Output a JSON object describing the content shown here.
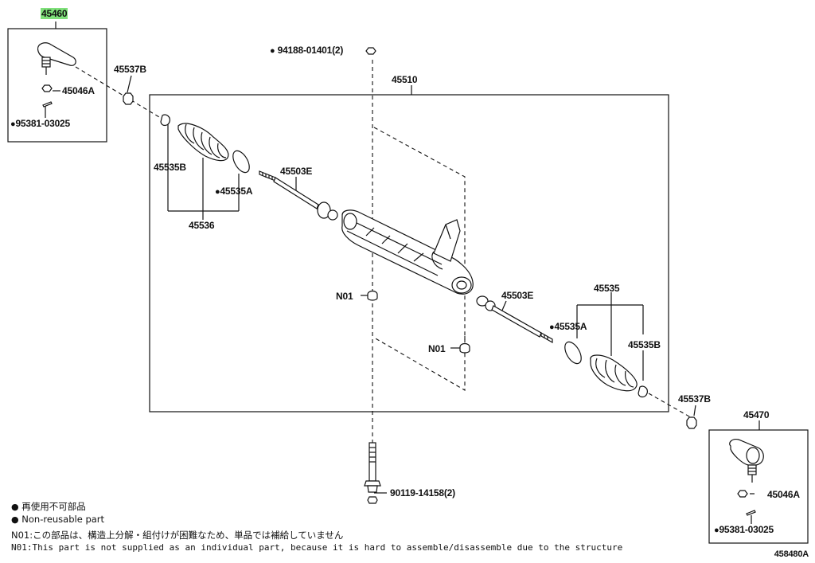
{
  "parts": {
    "p45460": "45460",
    "p45046A_left": "45046A",
    "p95381_left": "95381-03025",
    "p45537B_left": "45537B",
    "p94188": "94188-01401(2)",
    "p45510": "45510",
    "p45503E_left": "45503E",
    "p45535A_left": "45535A",
    "p45535B_left": "45535B",
    "p45536": "45536",
    "n01_a": "N01",
    "n01_b": "N01",
    "p45503E_right": "45503E",
    "p45535": "45535",
    "p45535A_right": "45535A",
    "p45535B_right": "45535B",
    "p45537B_right": "45537B",
    "p45470": "45470",
    "p45046A_right": "45046A",
    "p95381_right": "95381-03025",
    "p90119": "90119-14158(2)"
  },
  "legend": {
    "bullet": "●",
    "jp_nonreusable": "再使用不可部品",
    "en_nonreusable": "Non-reusable part",
    "n01_jp": "N01:この部品は、構造上分解・組付けが困難なため、単品では補給していません",
    "n01_en": "N01:This part is not supplied as an individual part, because it is hard to assemble/disassemble due to the structure"
  },
  "diagram_code": "458480A",
  "colors": {
    "highlight": "#7fe07a",
    "ink": "#111111"
  }
}
